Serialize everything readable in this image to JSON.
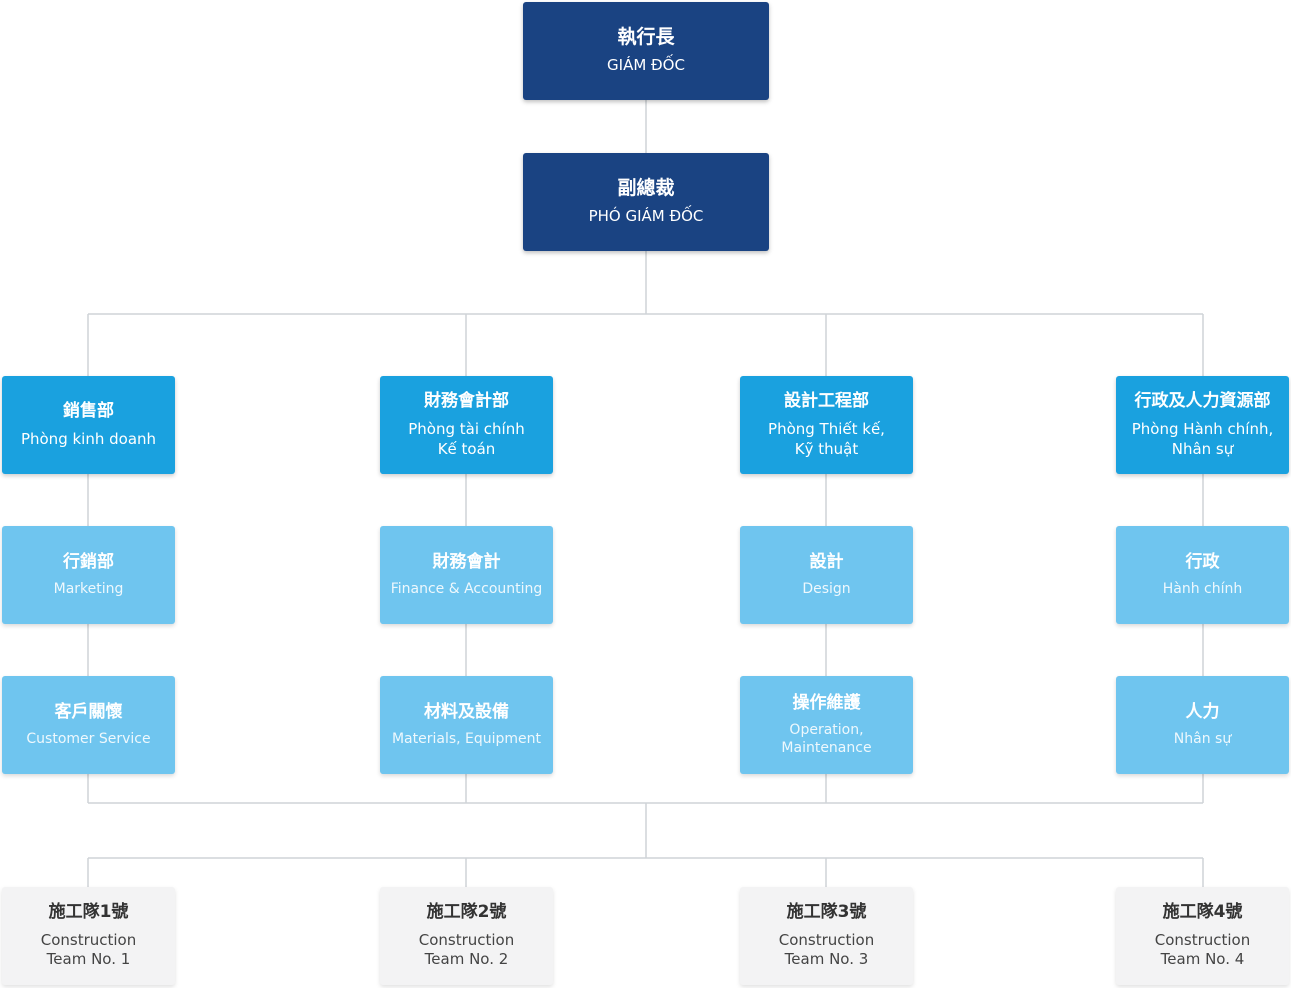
{
  "ceo": {
    "zh": "執行長",
    "vi": "GIÁM ĐỐC"
  },
  "vp": {
    "zh": "副總裁",
    "vi": "PHÓ GIÁM ĐỐC"
  },
  "departments": [
    {
      "zh": "銷售部",
      "vi": "Phòng kinh doanh",
      "subs": [
        {
          "zh": "行銷部",
          "en": "Marketing"
        },
        {
          "zh": "客戶關懷",
          "en": "Customer Service"
        }
      ]
    },
    {
      "zh": "財務會計部",
      "vi": "Phòng tài chính\nKế toán",
      "subs": [
        {
          "zh": "財務會計",
          "en": "Finance & Accounting"
        },
        {
          "zh": "材料及設備",
          "en": "Materials, Equipment"
        }
      ]
    },
    {
      "zh": "設計工程部",
      "vi": "Phòng Thiết kế,\nKỹ thuật",
      "subs": [
        {
          "zh": "設計",
          "en": "Design"
        },
        {
          "zh": "操作維護",
          "en": "Operation,\nMaintenance"
        }
      ]
    },
    {
      "zh": "行政及人力資源部",
      "vi": "Phòng Hành chính,\nNhân sự",
      "subs": [
        {
          "zh": "行政",
          "en": "Hành chính"
        },
        {
          "zh": "人力",
          "en": "Nhân sự"
        }
      ]
    }
  ],
  "teams": [
    {
      "zh": "施工隊1號",
      "en": "Construction\nTeam No. 1"
    },
    {
      "zh": "施工隊2號",
      "en": "Construction\nTeam No. 2"
    },
    {
      "zh": "施工隊3號",
      "en": "Construction\nTeam No. 3"
    },
    {
      "zh": "施工隊4號",
      "en": "Construction\nTeam No. 4"
    }
  ]
}
